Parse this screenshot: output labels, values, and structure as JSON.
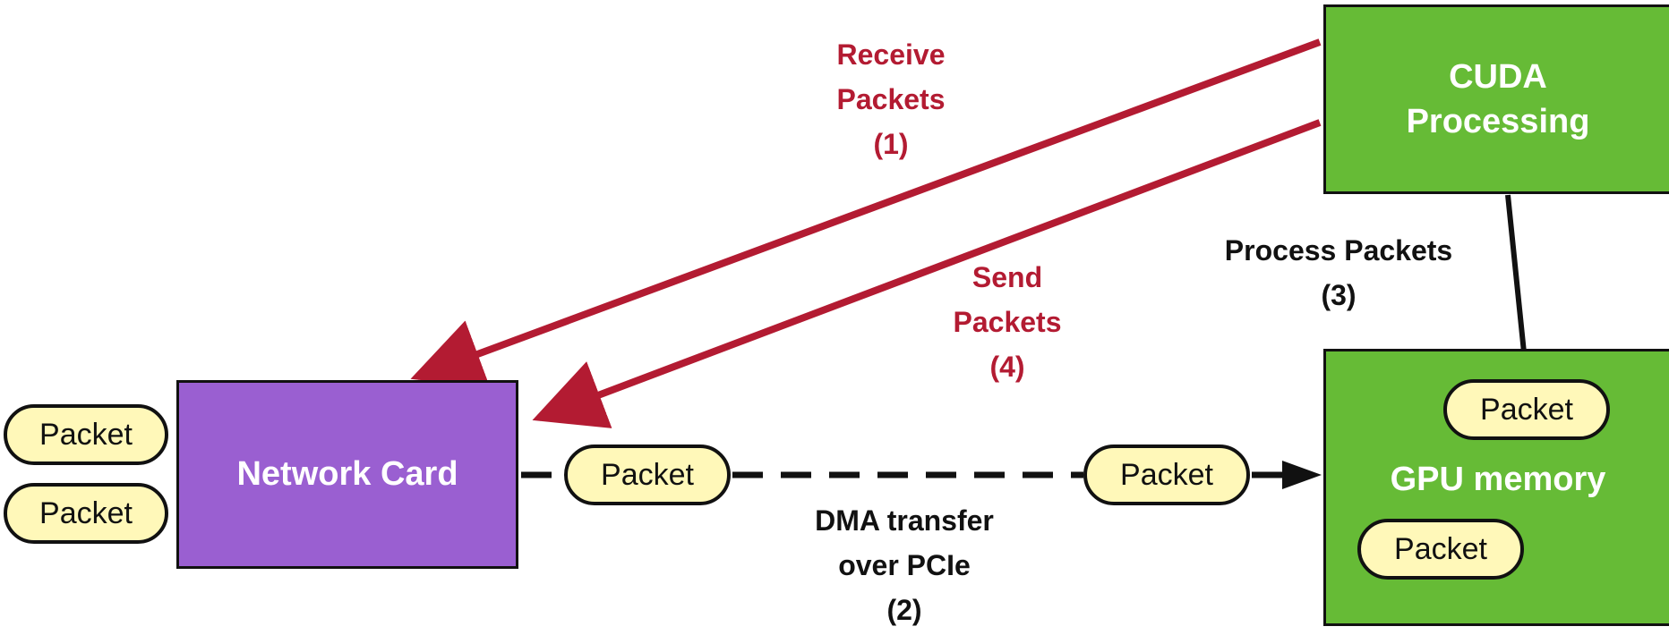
{
  "nodes": {
    "network_card": "Network Card",
    "cuda_processing": "CUDA\nProcessing",
    "gpu_memory": "GPU memory"
  },
  "packet_label": "Packet",
  "edges": {
    "receive": [
      "Receive",
      "Packets",
      "(1)"
    ],
    "dma": [
      "DMA transfer",
      "over PCIe",
      "(2)"
    ],
    "process": [
      "Process Packets",
      "(3)"
    ],
    "send": [
      "Send",
      "Packets",
      "(4)"
    ]
  },
  "colors": {
    "network_card": "#9a5fd1",
    "cuda": "#66bb36",
    "gpu": "#66bb36",
    "packet": "#fff8b9",
    "arrow_red": "#b31b32",
    "arrow_black": "#111111"
  }
}
